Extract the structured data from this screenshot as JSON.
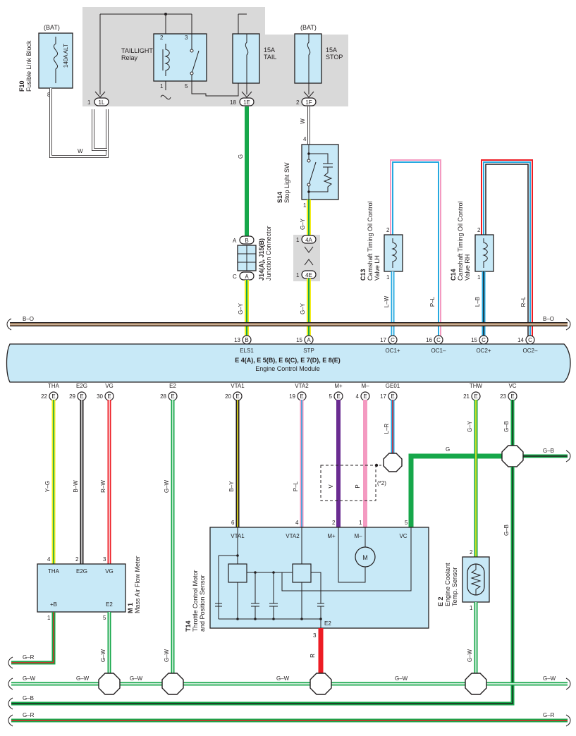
{
  "colors": {
    "background": "#ffffff",
    "component_fill": "#c8e9f7",
    "gray_area": "#d9d9d9",
    "wire_green": "#16a74a",
    "wire_yellow": "#f2ec1e",
    "wire_red": "#ed1c24",
    "wire_black": "#231f20",
    "wire_blue": "#26a9e0",
    "wire_pink": "#f49ac1",
    "wire_violet": "#6a2c91",
    "wire_brown": "#a67c52"
  },
  "top": {
    "f10_bat": "(BAT)",
    "f10_id": "F10",
    "f10_name": "Fusible Link Block",
    "f10_fuse": "140A ALT",
    "f10_pin": "8",
    "f10_conn": "1L",
    "f10_conn_pin": "1",
    "wire_w_bottom": "W",
    "relay_name1": "TAILLIGHT",
    "relay_name2": "Relay",
    "relay_p2": "2",
    "relay_p3": "3",
    "relay_p1": "1",
    "relay_p5": "5",
    "tail_amp": "15A",
    "tail_name": "TAIL",
    "tail_conn": "1E",
    "tail_conn_pin": "18",
    "stop_bat": "(BAT)",
    "stop_amp": "15A",
    "stop_name": "STOP",
    "stop_conn": "1F",
    "stop_conn_pin": "2",
    "wire_g": "G",
    "wire_w_stop": "W"
  },
  "stop_sw": {
    "id": "S14",
    "name": "Stop Light SW",
    "pin4": "4",
    "pin1": "1",
    "wire_gy": "G–Y",
    "conn4a": "4A",
    "conn4e": "4E",
    "pin4a": "1",
    "pin4e": "1",
    "wire_gy_lower": "G–Y"
  },
  "junction": {
    "id": "J14(A), J15(B)",
    "name": "Junction Connector",
    "b_letter": "B",
    "a_letter": "A",
    "left_a": "A",
    "left_c": "C",
    "wire_gy": "G–Y"
  },
  "cam_lh": {
    "id": "C13",
    "name1": "Camshaft Timing Oil Control",
    "name2": "Valve LH",
    "pin2": "2",
    "pin1": "1",
    "wire1": "L–W",
    "wire2": "P–L"
  },
  "cam_rh": {
    "id": "C14",
    "name1": "Camshaft Timing Oil Control",
    "name2": "Valve RH",
    "pin2": "2",
    "pin1": "1",
    "wire1": "L–B",
    "wire2": "R–L"
  },
  "bus_bo": {
    "left": "B–O",
    "right": "B–O"
  },
  "ecm": {
    "title": "E 4(A), E 5(B), E 6(C), E 7(D), E 8(E)",
    "name": "Engine Control Module",
    "top_pins": [
      {
        "num": "13",
        "conn": "B",
        "label": "ELS1"
      },
      {
        "num": "15",
        "conn": "A",
        "label": "STP"
      },
      {
        "num": "17",
        "conn": "C",
        "label": "OC1+"
      },
      {
        "num": "16",
        "conn": "C",
        "label": "OC1–"
      },
      {
        "num": "15",
        "conn": "C",
        "label": "OC2+"
      },
      {
        "num": "14",
        "conn": "C",
        "label": "OC2–"
      }
    ],
    "bottom_pins": [
      {
        "num": "22",
        "conn": "E",
        "label": "THA"
      },
      {
        "num": "29",
        "conn": "E",
        "label": "E2G"
      },
      {
        "num": "30",
        "conn": "E",
        "label": "VG"
      },
      {
        "num": "28",
        "conn": "E",
        "label": "E2"
      },
      {
        "num": "20",
        "conn": "E",
        "label": "VTA1"
      },
      {
        "num": "19",
        "conn": "E",
        "label": "VTA2"
      },
      {
        "num": "5",
        "conn": "E",
        "label": "M+"
      },
      {
        "num": "4",
        "conn": "E",
        "label": "M–"
      },
      {
        "num": "17",
        "conn": "E",
        "label": "GE01"
      },
      {
        "num": "21",
        "conn": "E",
        "label": "THW"
      },
      {
        "num": "23",
        "conn": "E",
        "label": "VC"
      }
    ]
  },
  "wires_mid": {
    "yg": "Y–G",
    "bw": "B–W",
    "rw": "R–W",
    "gw": "G–W",
    "by": "B–Y",
    "pl": "P–L",
    "v": "V",
    "p": "P",
    "lr": "L–R",
    "gy": "G–Y",
    "gb": "G–B",
    "gb_right": "G–B",
    "g": "G",
    "shield_note": "(*2)",
    "gb_vert": "G–B"
  },
  "maf": {
    "id": "M 1",
    "name": "Mass Air Flow Meter",
    "pin_tha": "4",
    "pin_e2g": "2",
    "pin_vg": "3",
    "lbl_tha": "THA",
    "lbl_e2g": "E2G",
    "lbl_vg": "VG",
    "lbl_b": "+B",
    "lbl_e2": "E2",
    "pin_b": "1",
    "pin_e2": "5",
    "wire_gw": "G–W"
  },
  "throttle": {
    "id": "T14",
    "name1": "Throttle Control Motor",
    "name2": "and Position Sensor",
    "pin6": "6",
    "pin4": "4",
    "pin2": "2",
    "pin1": "1",
    "pin5": "5",
    "pin3": "3",
    "lbl_vta1": "VTA1",
    "lbl_vta2": "VTA2",
    "lbl_mp": "M+",
    "lbl_mm": "M–",
    "lbl_vc": "VC",
    "lbl_e2": "E2",
    "motor": "M",
    "wire_r": "R"
  },
  "ect": {
    "id": "E 2",
    "name1": "Engine Coolant",
    "name2": "Temp. Sensor",
    "pin2": "2",
    "pin1": "1",
    "wire_gw": "G–W"
  },
  "bottom": {
    "gr_left": "G–R",
    "gw_left": "G–W",
    "gw_mid1": "G–W",
    "gw_mid2": "G–W",
    "gw_mid3": "G–W",
    "gw_mid4": "G–W",
    "gw_right": "G–W",
    "gb_left": "G–B",
    "gr_bottom_left": "G–R",
    "gr_bottom_right": "G–R",
    "gw_vert_e2": "G–W"
  }
}
